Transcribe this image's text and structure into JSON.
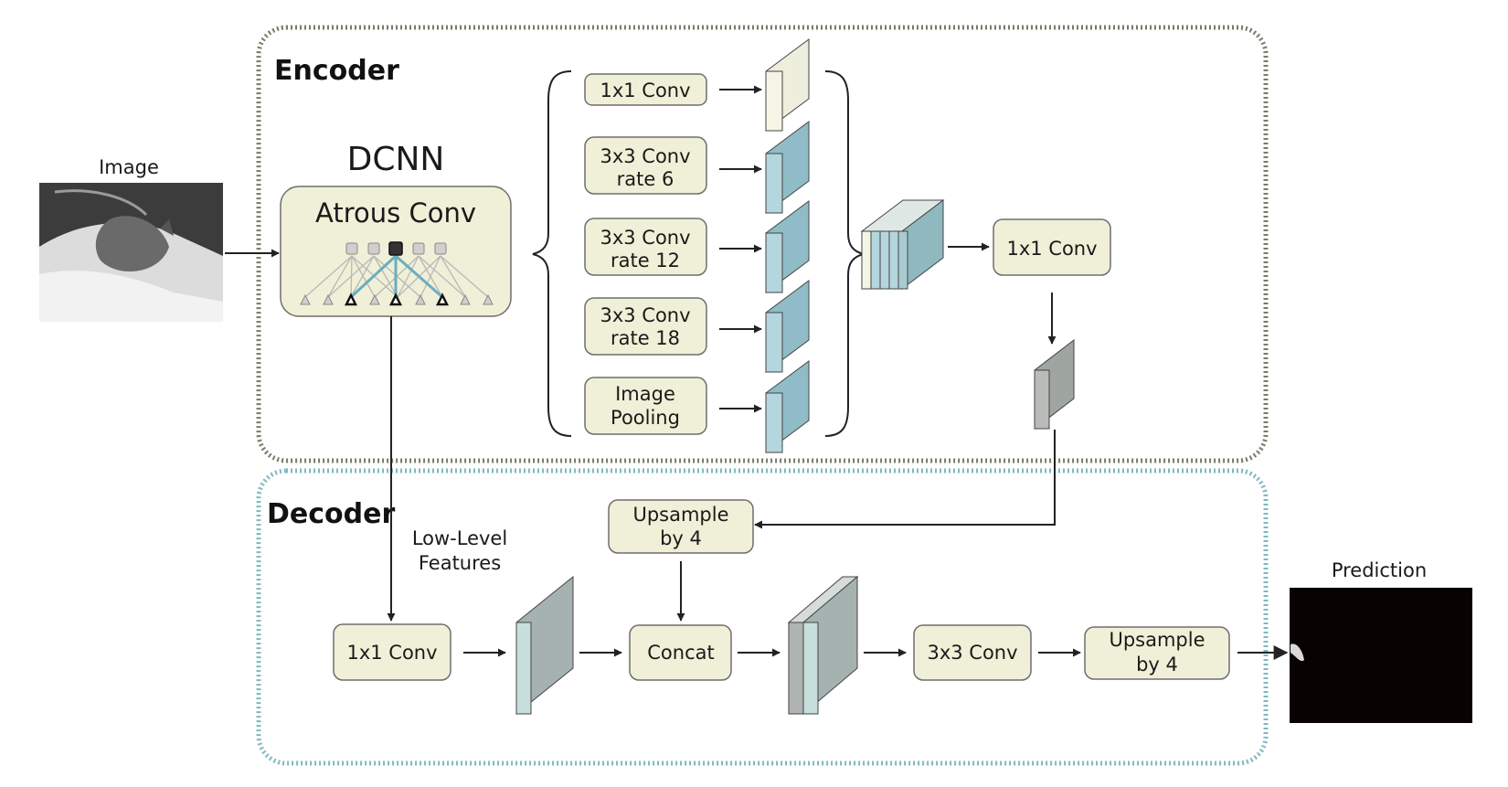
{
  "encoder": {
    "title": "Encoder",
    "dcnn_title": "DCNN",
    "atrous_label": "Atrous Conv",
    "branches": [
      {
        "line1": "1x1 Conv",
        "line2": ""
      },
      {
        "line1": "3x3 Conv",
        "line2": "rate 6"
      },
      {
        "line1": "3x3 Conv",
        "line2": "rate 12"
      },
      {
        "line1": "3x3 Conv",
        "line2": "rate 18"
      },
      {
        "line1": "Image",
        "line2": "Pooling"
      }
    ],
    "merge_conv": "1x1 Conv"
  },
  "decoder": {
    "title": "Decoder",
    "low_level_line1": "Low-Level",
    "low_level_line2": "Features",
    "conv1x1": "1x1 Conv",
    "upsample_top_line1": "Upsample",
    "upsample_top_line2": "by 4",
    "concat": "Concat",
    "conv3x3": "3x3 Conv",
    "upsample_bottom_line1": "Upsample",
    "upsample_bottom_line2": "by 4"
  },
  "input_label": "Image",
  "output_label": "Prediction",
  "colors": {
    "box_fill": "#f0f0d8",
    "box_stroke": "#6e6e6e",
    "encoder_border": "#7a7a6a",
    "decoder_border": "#7fb8c2",
    "feature_blue": "#9cc8d2",
    "feature_cream": "#eeeedc",
    "feature_gray": "#b0b4b0"
  }
}
